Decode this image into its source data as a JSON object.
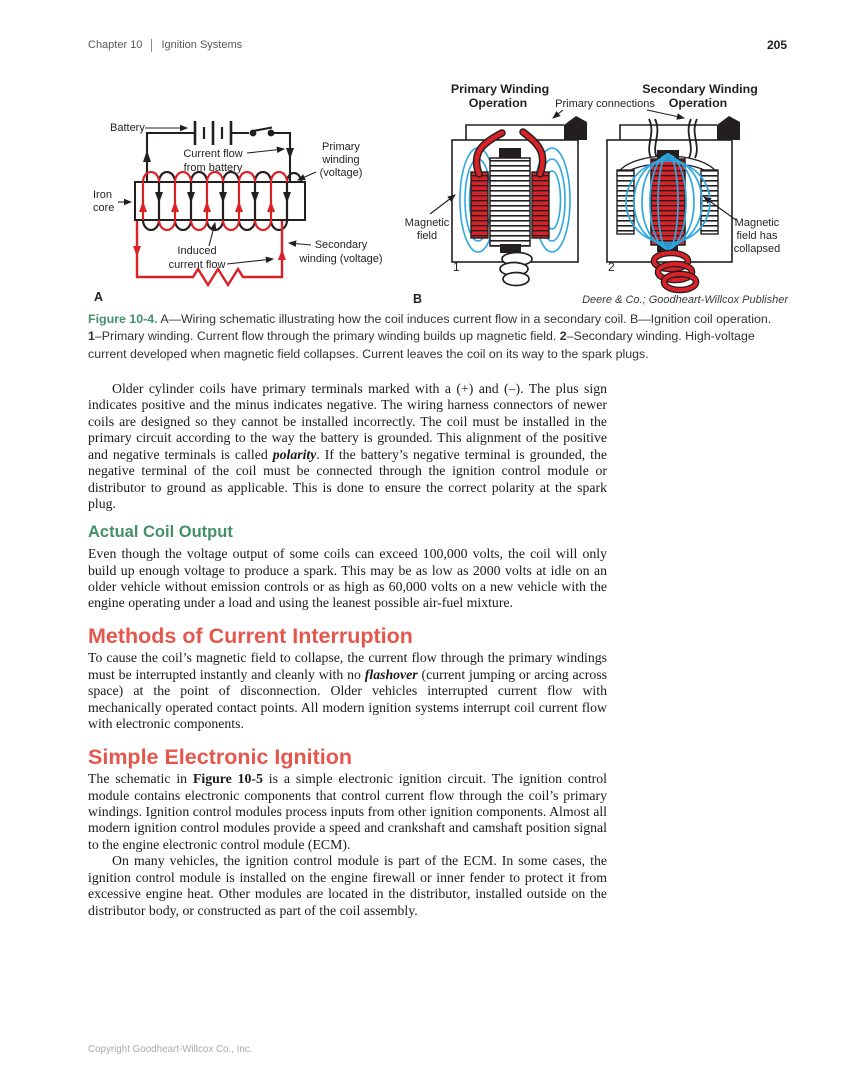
{
  "header": {
    "chapter": "Chapter 10",
    "section": "Ignition Systems",
    "page_number": "205"
  },
  "figure": {
    "a": {
      "battery": "Battery",
      "current_flow": [
        "Current flow",
        "from battery"
      ],
      "primary_winding": [
        "Primary",
        "winding",
        "(voltage)"
      ],
      "iron_core": [
        "Iron",
        "core"
      ],
      "induced": [
        "Induced",
        "current flow"
      ],
      "secondary_winding": [
        "Secondary",
        "winding (voltage)"
      ],
      "label": "A"
    },
    "b": {
      "primary_title": [
        "Primary Winding",
        "Operation"
      ],
      "connections": "Primary connections",
      "secondary_title": [
        "Secondary Winding",
        "Operation"
      ],
      "magnetic_field": [
        "Magnetic",
        "field"
      ],
      "collapsed": [
        "Magnetic",
        "field has",
        "collapsed"
      ],
      "num1": "1",
      "num2": "2",
      "label": "B",
      "credit": "Deere & Co.; Goodheart-Willcox Publisher"
    },
    "caption": {
      "number": "Figure 10-4.",
      "s1": "A—Wiring schematic illustrating how the coil induces current flow in a secondary coil. B—Ignition coil operation. ",
      "b1": "1",
      "s2": "–Primary winding. Current flow through the primary winding builds up magnetic field. ",
      "b2": "2",
      "s3": "–Secondary winding. High-voltage current developed when magnetic field collapses. Current leaves the coil on its way to the spark plugs."
    }
  },
  "content": {
    "p1": {
      "pre": "Older cylinder coils have primary terminals marked with a (+) and (–). The plus sign indicates positive and the minus indicates negative. The wiring harness connectors of newer coils are designed so they cannot be installed incorrectly. The coil must be installed in the primary circuit according to the way the battery is grounded. This alignment of the positive and negative terminals is called ",
      "em": "polarity",
      "post": ". If the battery’s negative terminal is grounded, the negative terminal of the coil must be connected through the ignition control module or distributor to ground as applicable. This is done to ensure the correct polarity at the spark plug."
    },
    "h_green": "Actual Coil Output",
    "p2": "Even though the voltage output of some coils can exceed 100,000 volts, the coil will only build up enough voltage to produce a spark. This may be as low as 2000 volts at idle on an older vehicle without emission controls or as high as 60,000 volts on a new vehicle with the engine operating under a load and using the leanest possible air-fuel mixture.",
    "h_red1": "Methods of Current Interruption",
    "p3": {
      "pre": "To cause the coil’s magnetic field to collapse, the current flow through the primary windings must be interrupted instantly and cleanly with no ",
      "em": "flashover",
      "post": " (current jumping or arcing across space) at the point of disconnection. Older vehicles interrupted current flow with mechanically operated contact points. All modern ignition systems interrupt coil current flow with electronic components."
    },
    "h_red2": "Simple Electronic Ignition",
    "p4": {
      "pre": "The schematic in ",
      "strong": "Figure 10-5",
      "post": " is a simple electronic ignition circuit. The ignition control module contains electronic components that control current flow through the coil’s primary windings. Ignition control modules process inputs from other ignition components. Almost all modern ignition control modules provide a speed and crankshaft and camshaft position signal to the engine electronic control module (ECM)."
    },
    "p5": "On many vehicles, the ignition control module is part of the ECM. In some cases, the ignition control module is installed on the engine firewall or inner fender to protect it from excessive engine heat. Other modules are located in the distributor, installed outside on the distributor body, or constructed as part of the coil assembly."
  },
  "footer": {
    "copyright": "Copyright Goodheart-Willcox Co., Inc."
  },
  "colors": {
    "heading_green": "#44906a",
    "heading_red": "#e4574d",
    "diagram_red": "#d92127",
    "diagram_blue": "#2da7df"
  }
}
